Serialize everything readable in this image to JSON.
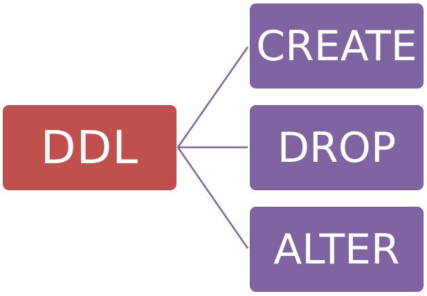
{
  "root": {
    "label": "DDL",
    "color": "#c0504d"
  },
  "children": [
    {
      "label": "CREATE"
    },
    {
      "label": "DROP"
    },
    {
      "label": "ALTER"
    }
  ],
  "colors": {
    "root_fill": "#c0504d",
    "child_fill": "#8064a2",
    "connector": "#7f64a3",
    "background": "#ffffff",
    "text": "#ffffff"
  }
}
